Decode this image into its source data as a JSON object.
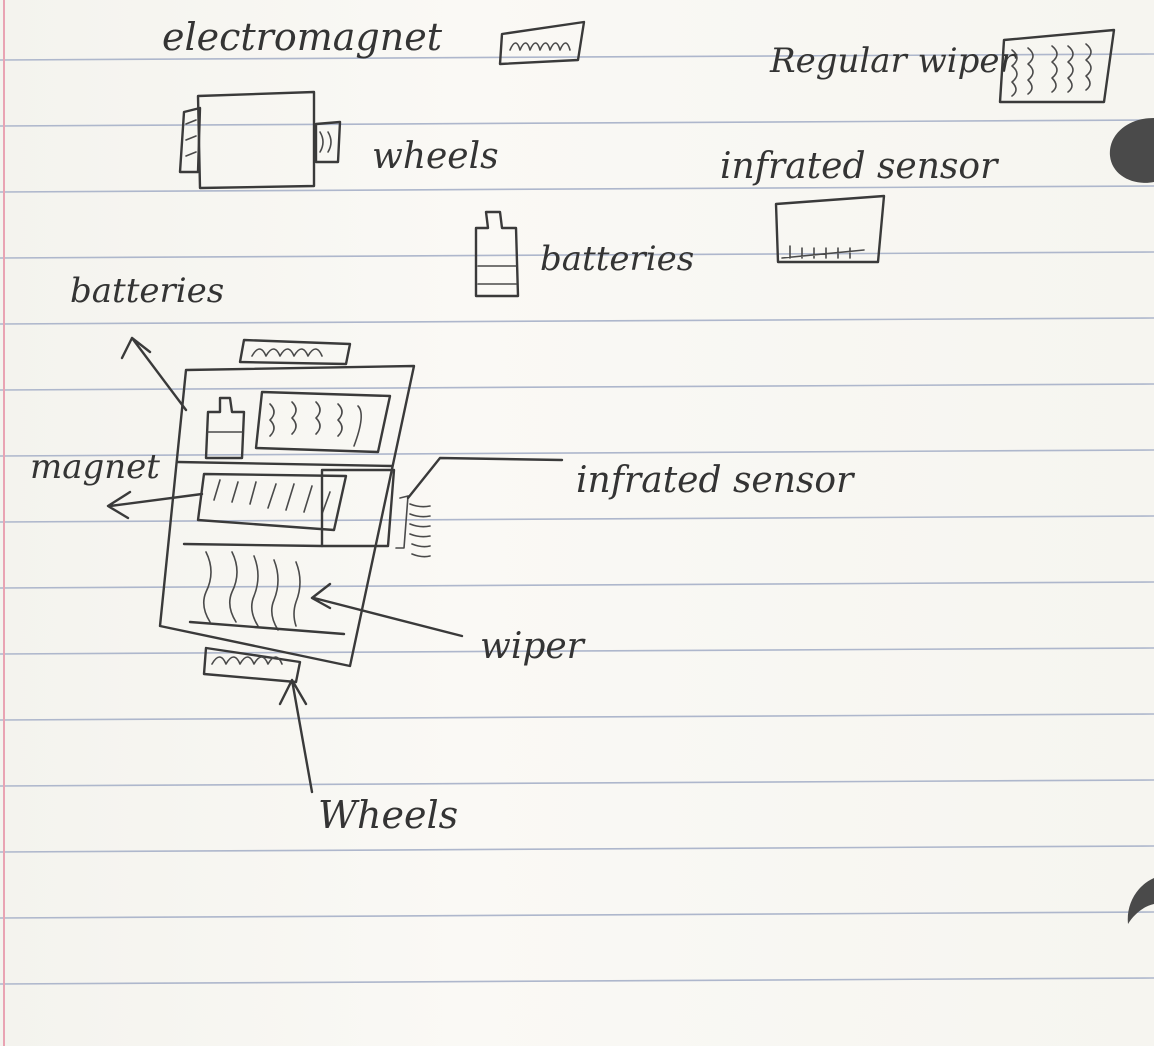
{
  "legend": {
    "electromagnet": "electromagnet",
    "regular_wiper": "Regular wiper",
    "wheels": "wheels",
    "infrared_sensor": "infrated sensor",
    "batteries": "batteries"
  },
  "diagram_labels": {
    "batteries": "batteries",
    "magnet": "magnet",
    "infrared_sensor": "infrated sensor",
    "wiper": "wiper",
    "wheels": "Wheels"
  },
  "colors": {
    "paper": "#f7f6f1",
    "ruled_line": "#aeb7cc",
    "margin_line": "#e9a3b3",
    "ink": "#3a3a3a"
  }
}
